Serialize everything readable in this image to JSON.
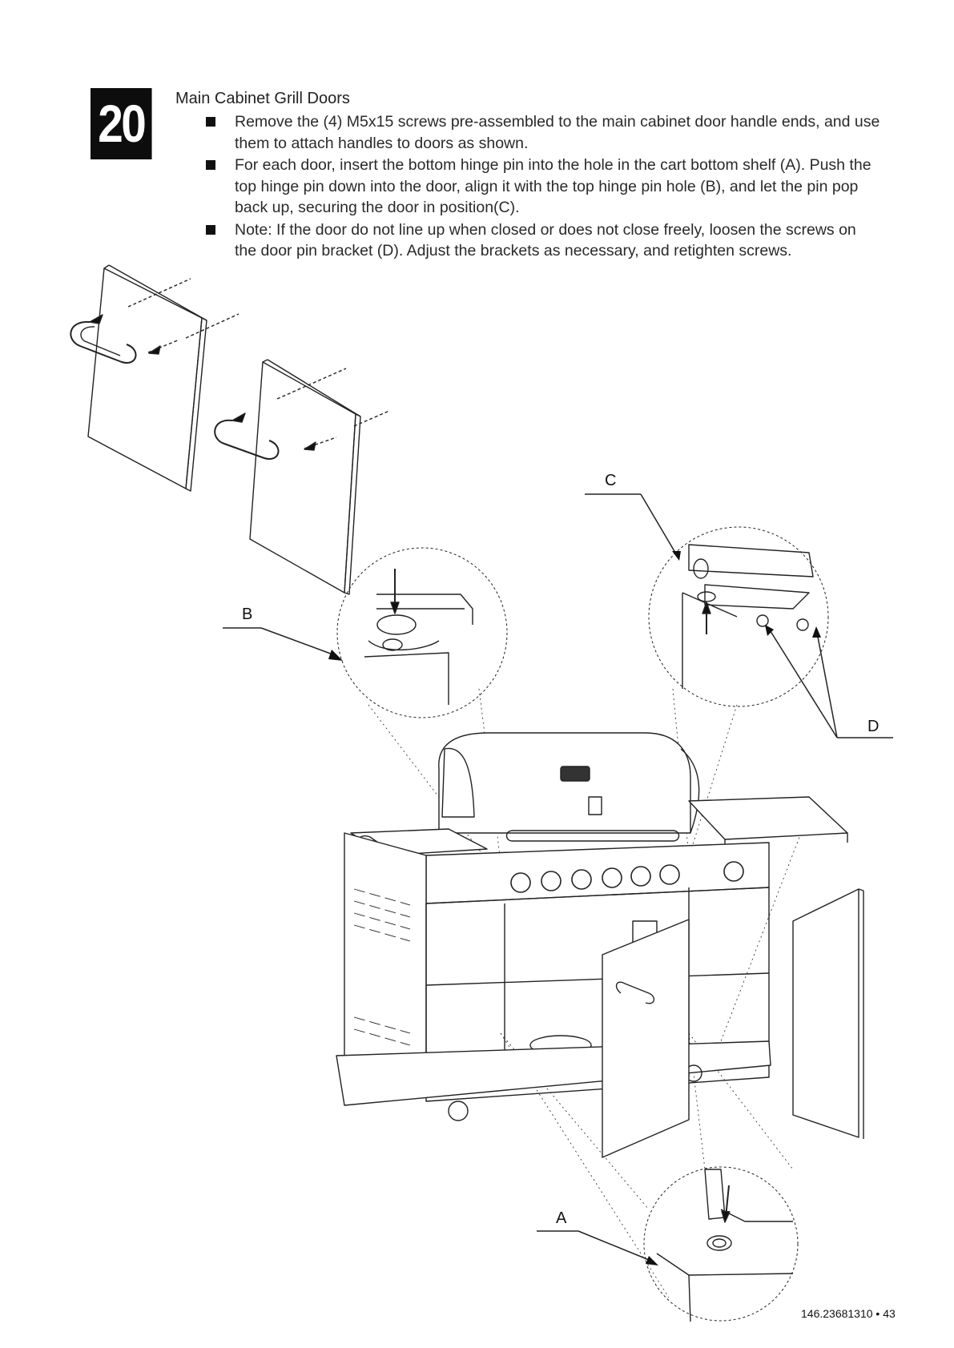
{
  "step": {
    "number": "20",
    "title": "Main Cabinet Grill Doors"
  },
  "instructions": [
    "Remove the (4) M5x15 screws pre-assembled to the main cabinet door handle ends, and use them to attach handles to doors as shown.",
    "For each door, insert the bottom hinge pin into the hole in the cart bottom shelf (A). Push the top hinge pin down into the door, align it with the top hinge pin hole (B), and let the pin pop back up, securing the door in position(C).",
    "Note: If the door do not line up when closed or does not close freely, loosen the screws on the door pin bracket (D). Adjust the brackets as necessary, and retighten screws."
  ],
  "callouts": {
    "a": "A",
    "b": "B",
    "c": "C",
    "d": "D"
  },
  "footer": {
    "page_ref": "146.23681310 • 43"
  }
}
